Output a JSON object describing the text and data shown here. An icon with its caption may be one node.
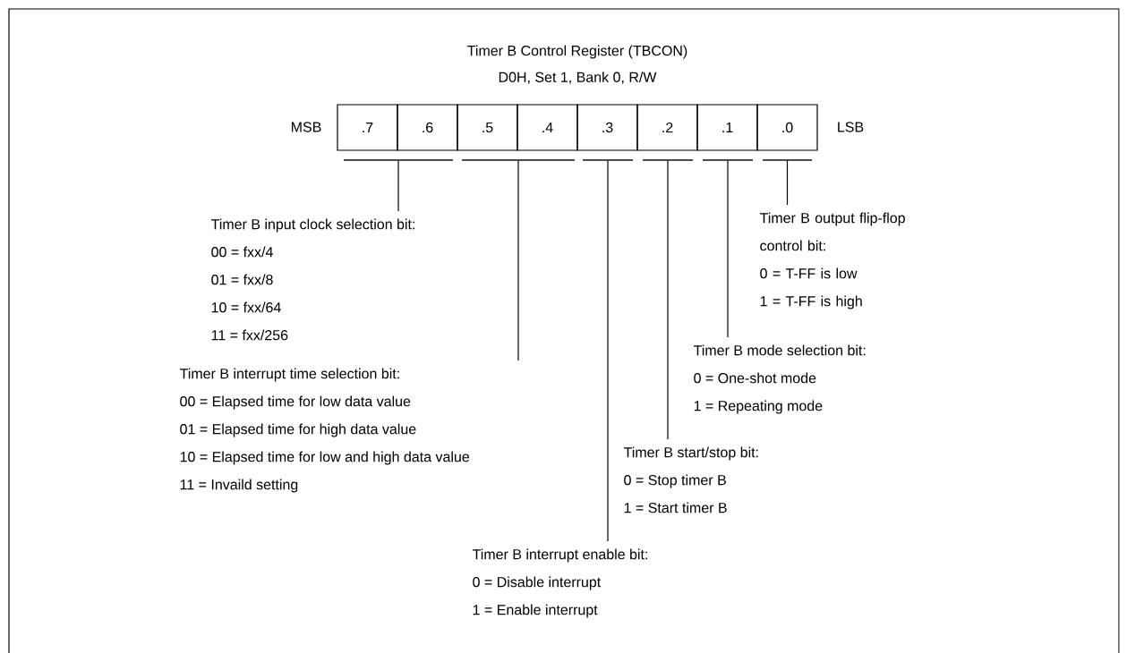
{
  "diagram": {
    "title": "Timer B Control Register (TBCON)",
    "nodes": [
      {
        "text": [
          ".7"
        ]
      },
      {
        "text": [
          ".6"
        ]
      },
      {
        "text": [
          ".5"
        ]
      },
      {
        "text": [
          ".4"
        ]
      },
      {
        "text": [
          ".3"
        ]
      },
      {
        "text": [
          ".2"
        ]
      },
      {
        "text": [
          ".1"
        ]
      },
      {
        "text": [
          ".0"
        ]
      },
      {
        "text": [],
        "shape": "bar"
      },
      {
        "text": [],
        "shape": "bar"
      },
      {
        "text": [],
        "shape": "bar"
      },
      {
        "text": [],
        "shape": "bar"
      },
      {
        "text": [],
        "shape": "bar"
      },
      {
        "text": [],
        "shape": "bar"
      },
      {
        "text": [
          "Timer B input clock selection bit:",
          "00 = fxx/4",
          "01 = fxx/8",
          "10 = fxx/64",
          "11 = fxx/256"
        ]
      },
      {
        "text": [
          "Timer B output flip-flop control bit:",
          "0 = T-FF is low",
          "1 = T-FF is high"
        ]
      },
      {
        "text": [
          "Timer B mode selection bit:",
          "0 = One-shot mode",
          "1 = Repeating mode"
        ]
      },
      {
        "text": [
          "Timer B interrupt time selection bit:",
          "00 = Elapsed time for low data value",
          "01 = Elapsed time for high data value",
          "10 = Elapsed time for low and high data value",
          "11 = Invaild setting"
        ]
      },
      {
        "text": [
          "Timer B start/stop bit:",
          "0 = Stop timer B",
          "1 = Start timer B"
        ]
      },
      {
        "text": [
          "Timer B interrupt enable bit:",
          "0 = Disable interrupt",
          "1 = Enable interrupt"
        ]
      }
    ],
    "edges": [
      {
        "from": 8,
        "to": 14,
        "arrow": "none"
      },
      {
        "from": 9,
        "to": 17,
        "arrow": "none"
      },
      {
        "from": 10,
        "to": 19,
        "arrow": "none"
      },
      {
        "from": 11,
        "to": 18,
        "arrow": "none"
      },
      {
        "from": 12,
        "to": 16,
        "arrow": "none"
      },
      {
        "from": 13,
        "to": 15,
        "arrow": "none"
      }
    ],
    "labels": [
      "D0H, Set 1, Bank 0, R/W",
      "MSB",
      "LSB"
    ]
  }
}
